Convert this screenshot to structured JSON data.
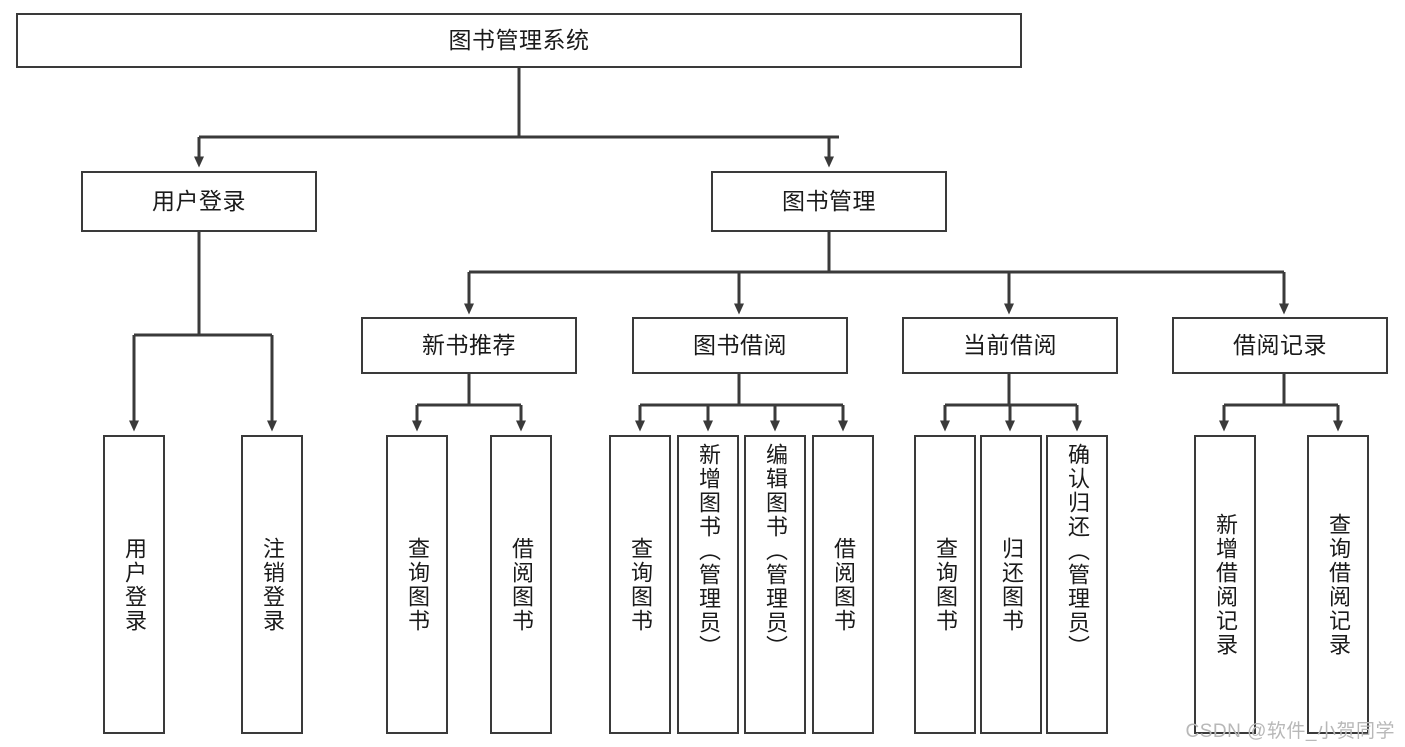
{
  "diagram": {
    "title": "图书管理系统",
    "root": {
      "label": "图书管理系统"
    },
    "level2": [
      {
        "label": "用户登录"
      },
      {
        "label": "图书管理"
      }
    ],
    "level3": [
      {
        "label": "新书推荐"
      },
      {
        "label": "图书借阅"
      },
      {
        "label": "当前借阅"
      },
      {
        "label": "借阅记录"
      }
    ],
    "leaves": {
      "user_login": [
        {
          "label": "用户登录"
        },
        {
          "label": "注销登录"
        }
      ],
      "new_book_recommend": [
        {
          "label": "查询图书"
        },
        {
          "label": "借阅图书"
        }
      ],
      "book_borrow": [
        {
          "label": "查询图书"
        },
        {
          "label": "新增图书（管理员）"
        },
        {
          "label": "编辑图书（管理员）"
        },
        {
          "label": "借阅图书"
        }
      ],
      "current_borrow": [
        {
          "label": "查询图书"
        },
        {
          "label": "归还图书"
        },
        {
          "label": "确认归还（管理员）"
        }
      ],
      "borrow_record": [
        {
          "label": "新增借阅记录"
        },
        {
          "label": "查询借阅记录"
        }
      ]
    },
    "watermark": "CSDN @软件_小贺同学",
    "colors": {
      "border": "#3a3a3a",
      "text": "#1a1a1a",
      "background": "#ffffff",
      "watermark": "#b8b8b8"
    }
  }
}
